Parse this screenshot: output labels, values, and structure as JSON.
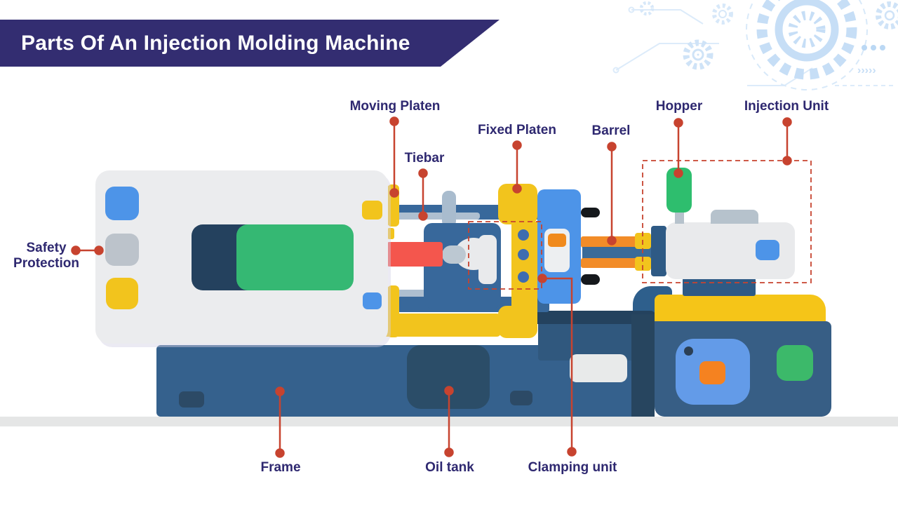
{
  "title": "Parts Of An Injection Molding Machine",
  "labels": {
    "moving_platen": "Moving Platen",
    "tiebar": "Tiebar",
    "fixed_platen": "Fixed Platen",
    "barrel": "Barrel",
    "hopper": "Hopper",
    "injection_unit": "Injection Unit",
    "safety_protection": "Safety Protection",
    "frame": "Frame",
    "oil_tank": "Oil tank",
    "clamping_unit": "Clamping unit"
  },
  "decor": {
    "chevrons": "›››››"
  },
  "icons": [
    "gear-icon",
    "circuit-trace-icon",
    "dots-icon",
    "chevrons-icon"
  ],
  "colors": {
    "banner": "#332D71",
    "label_text": "#2E2870",
    "leader_red": "#C7432F",
    "steel_blue": "#38689B",
    "frame_blue": "#35618D",
    "dark_navy": "#24415E",
    "oil_tank_navy": "#2B4D68",
    "base_navy": "#375E85",
    "yellow": "#F2C41D",
    "base_yellow": "#F5C518",
    "light_blue": "#4D94E8",
    "button_blue": "#639BE8",
    "mold_green": "#35B873",
    "hopper_green": "#2EBE6E",
    "button_green": "#3CB96A",
    "cylinder_red": "#F4564D",
    "barrel_orange": "#F28C28",
    "button_orange": "#F58220",
    "panel_gray": "#EBECEE",
    "rod_gray": "#AEBFD0",
    "floor_gray": "#E5E6E6",
    "decor_blue": "#C6DEF6"
  }
}
